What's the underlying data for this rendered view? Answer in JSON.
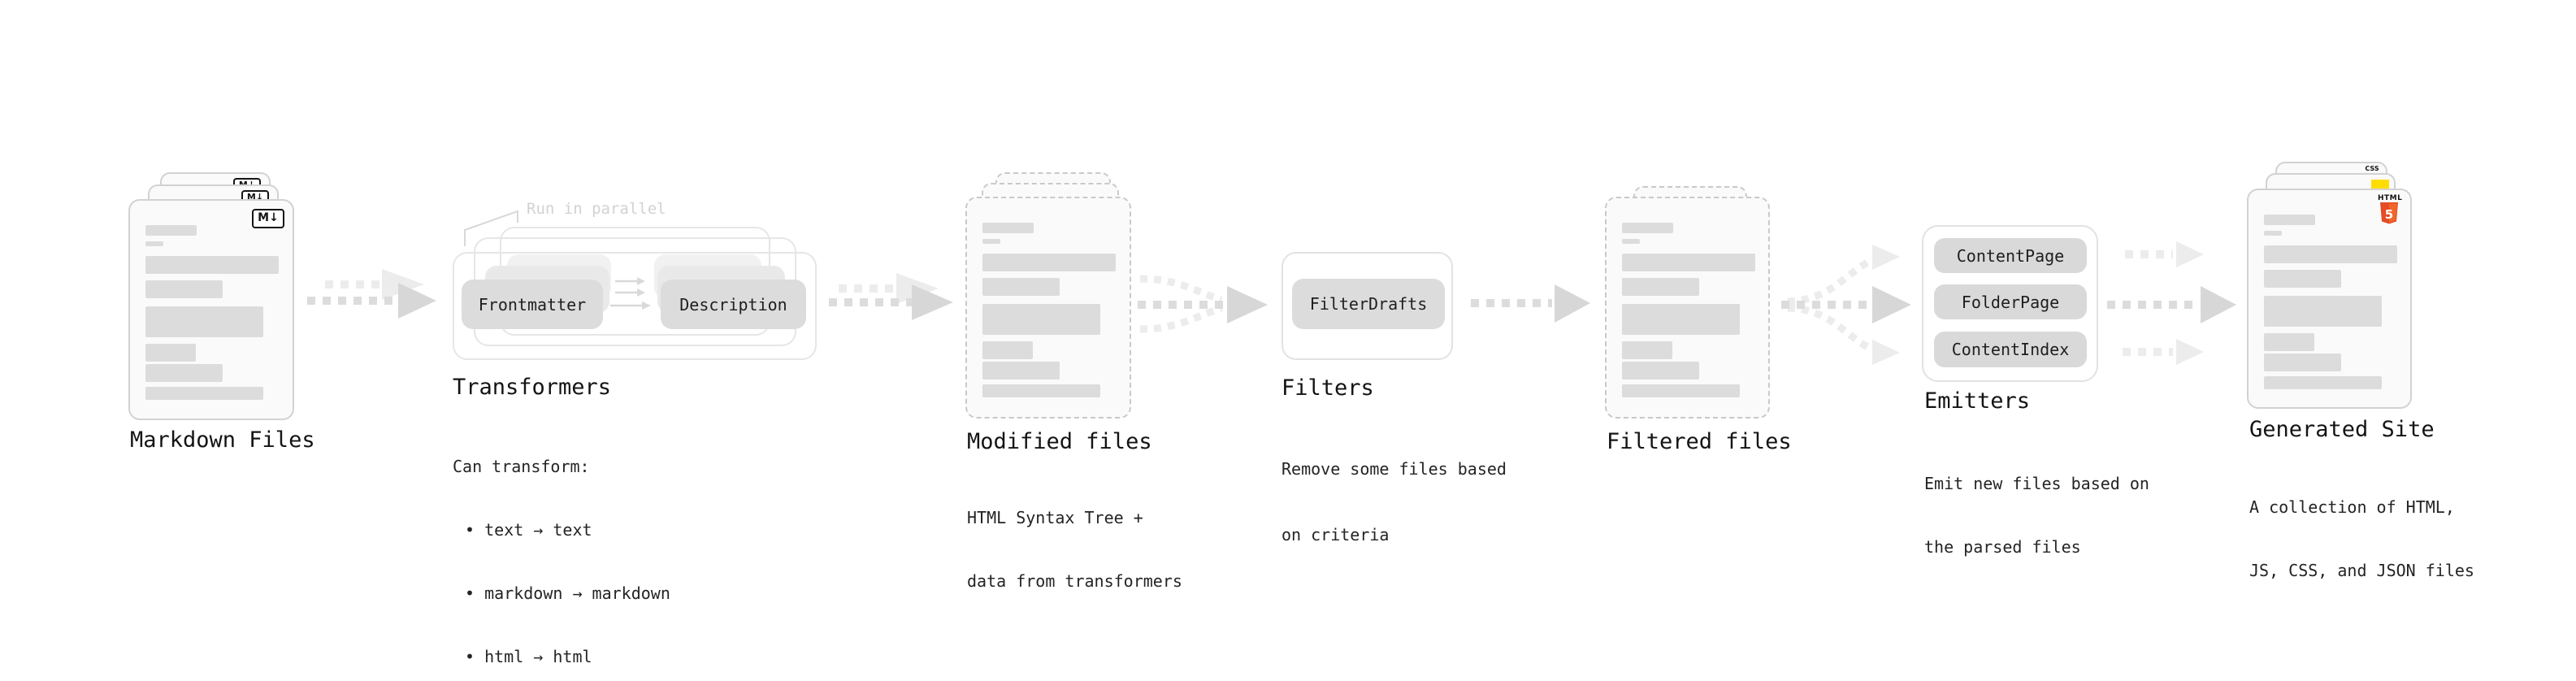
{
  "markdown": {
    "title": "Markdown Files",
    "badge": "M↓"
  },
  "transformers": {
    "title": "Transformers",
    "annotation": "Run in parallel",
    "pill_left": "Frontmatter",
    "pill_right": "Description",
    "desc_heading": "Can transform:",
    "items": [
      "• text → text",
      "• markdown → markdown",
      "• html → html"
    ]
  },
  "modified": {
    "title": "Modified files",
    "desc": [
      "HTML Syntax Tree +",
      "data from transformers"
    ]
  },
  "filters": {
    "title": "Filters",
    "pill": "FilterDrafts",
    "desc": [
      "Remove some files based",
      "on criteria"
    ]
  },
  "filtered": {
    "title": "Filtered files"
  },
  "emitters": {
    "title": "Emitters",
    "pills": [
      "ContentPage",
      "FolderPage",
      "ContentIndex"
    ],
    "desc": [
      "Emit new files based on",
      "the parsed files"
    ]
  },
  "generated": {
    "title": "Generated Site",
    "desc": [
      "A collection of HTML,",
      "JS, CSS, and JSON files"
    ],
    "badges": {
      "css": "CSS",
      "html": "HTML",
      "html_version": "5"
    }
  },
  "colors": {
    "dash_dark": "#dcdcdc",
    "dash_light": "#ececec",
    "pill_fill": "#dcdcdc",
    "card_fill": "#fafafa",
    "card_border": "#d2d2d2",
    "muted_annotation": "#d2d2d2",
    "html5_orange": "#e44d26",
    "html5_orange_light": "#f16529",
    "js_yellow": "#ffdd00",
    "css_blue": "#2965f1"
  }
}
